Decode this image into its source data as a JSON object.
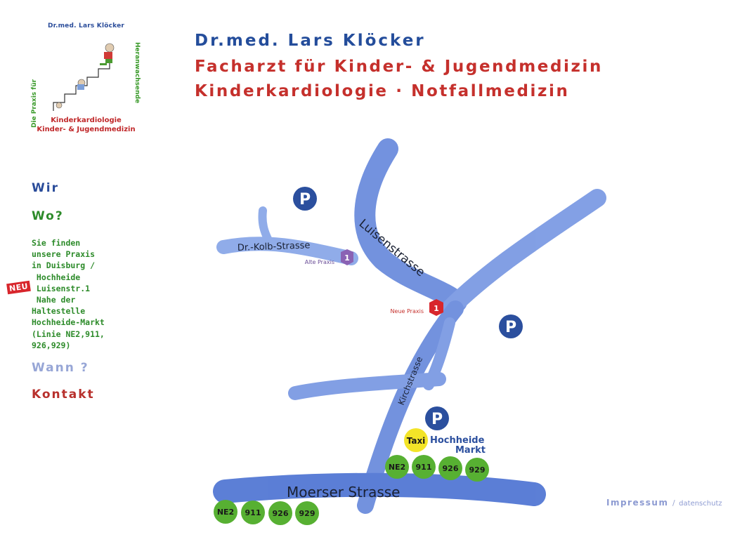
{
  "logo": {
    "top_text": "Dr.med. Lars Klöcker",
    "left_vertical": "Die Praxis für",
    "right_vertical": "Heranwachsende",
    "line1": "Kinderkardiologie",
    "line2": "Kinder- & Jugendmedizin"
  },
  "header": {
    "name": "Dr.med. Lars Klöcker",
    "line2": "Facharzt für Kinder- & Jugendmedizin",
    "line3": "Kinderkardiologie  ·  Notfallmedizin"
  },
  "nav": {
    "wir": "Wir",
    "wo": "Wo?",
    "wann": "Wann ?",
    "kontakt": "Kontakt"
  },
  "location": {
    "lines": [
      "Sie finden",
      "unsere Praxis",
      "in Duisburg /",
      " Hochheide",
      " Luisenstr.1",
      " Nahe der",
      "Haltestelle",
      "Hochheide-Markt",
      "(Linie NE2,911,",
      "926,929)"
    ],
    "badge": "NEU"
  },
  "map": {
    "streets": {
      "kolb": "Dr.-Kolb-Strasse",
      "luisen": "Luisenstrasse",
      "kirch": "Kirchstrasse",
      "moerser": "Moerser Strasse"
    },
    "old_practice_label": "Alte Praxis",
    "new_practice_label": "Neue Praxis",
    "marker_number": "1",
    "parking_symbol": "P",
    "taxi": "Taxi",
    "stop_line1": "Hochheide",
    "stop_line2": "Markt",
    "bus_lines_top": [
      "NE2",
      "911",
      "926",
      "929"
    ],
    "bus_lines_bottom": [
      "NE2",
      "911",
      "926",
      "929"
    ],
    "colors": {
      "street": "#5b7fd9",
      "parking": "#2b4f9e",
      "bus": "#57b032",
      "taxi": "#f3e428",
      "new_marker": "#d8262c",
      "old_marker": "#8a62b4"
    }
  },
  "footer": {
    "impressum": "Impressum",
    "separator": "/",
    "datenschutz": "datenschutz"
  }
}
